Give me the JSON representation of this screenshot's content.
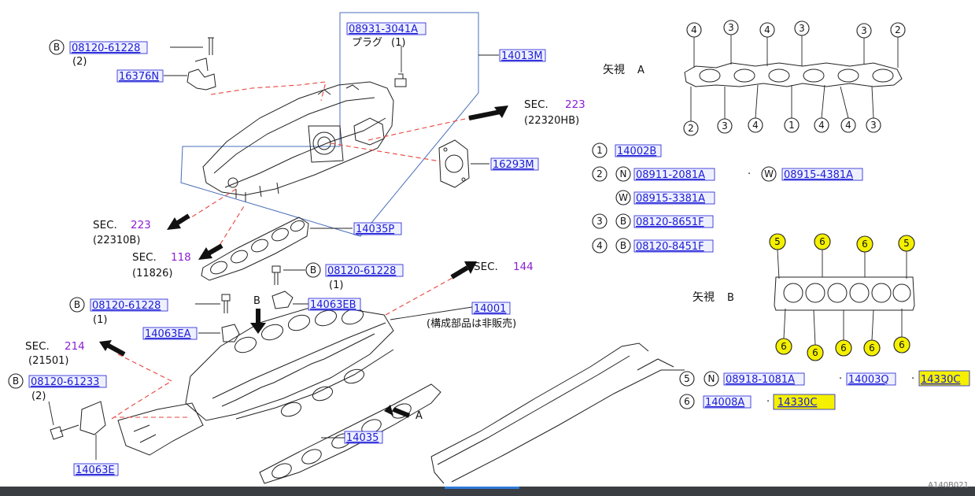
{
  "colors": {
    "part_number": "#1b1bd6",
    "section_number": "#8a1fd4",
    "highlight": "#f4f000",
    "leader_dash": "#e8453c"
  },
  "parts": {
    "p08931": "08931-3041A",
    "plug_jp": "プラグ",
    "plug_qty": "(1)",
    "p14013M": "14013M",
    "p08120_61228_top": "08120-61228",
    "qty_top": "(2)",
    "p16376N": "16376N",
    "p16293M": "16293M",
    "p14035P": "14035P",
    "p08120_61228_mid": "08120-61228",
    "qty_mid": "(1)",
    "p14063EB": "14063EB",
    "p08120_61228_left": "08120-61228",
    "qty_left": "(1)",
    "p14063EA": "14063EA",
    "p14001": "14001",
    "not_sold_jp": "(構成部品は非販売)",
    "p08120_61233": "08120-61233",
    "qty_bolt": "(2)",
    "p14063E": "14063E",
    "p14035": "14035",
    "corner": "A140B021"
  },
  "sections": {
    "s223a_label": "SEC.",
    "s223a_num": "223",
    "s223a_sub": "(22320HB)",
    "s223b_label": "SEC.",
    "s223b_num": "223",
    "s223b_sub": "(22310B)",
    "s118_label": "SEC.",
    "s118_num": "118",
    "s118_sub": "(11826)",
    "s144_label": "SEC.",
    "s144_num": "144",
    "s214_label": "SEC.",
    "s214_num": "214",
    "s214_sub": "(21501)"
  },
  "markers": {
    "B": "B",
    "A": "A"
  },
  "view_a": {
    "title": "矢視",
    "letter": "A",
    "top_nums": [
      "4",
      "3",
      "4",
      "3",
      "3",
      "2"
    ],
    "bottom_nums": [
      "2",
      "3",
      "4",
      "1",
      "4",
      "4",
      "3"
    ]
  },
  "view_b": {
    "title": "矢視",
    "letter": "B",
    "top_nums": [
      "5",
      "6",
      "6",
      "5"
    ],
    "bottom_nums": [
      "6",
      "6",
      "6",
      "6",
      "6"
    ]
  },
  "legend": {
    "r1_num": "1",
    "r1_p1": "14002B",
    "r2_num": "2",
    "r2_letter1": "N",
    "r2_p1": "08911-2081A",
    "r2_letter2": "W",
    "r2_p2": "08915-4381A",
    "r2b_letter": "W",
    "r2b_p": "08915-3381A",
    "r3_num": "3",
    "r3_letter": "B",
    "r3_p": "08120-8651F",
    "r4_num": "4",
    "r4_letter": "B",
    "r4_p": "08120-8451F",
    "r5_num": "5",
    "r5_letter": "N",
    "r5_p1": "08918-1081A",
    "r5_p2": "14003Q",
    "r5_p3": "14330C",
    "r6_num": "6",
    "r6_p1": "14008A",
    "r6_p2": "14330C",
    "dot": "·"
  },
  "bolt_letter": "B"
}
